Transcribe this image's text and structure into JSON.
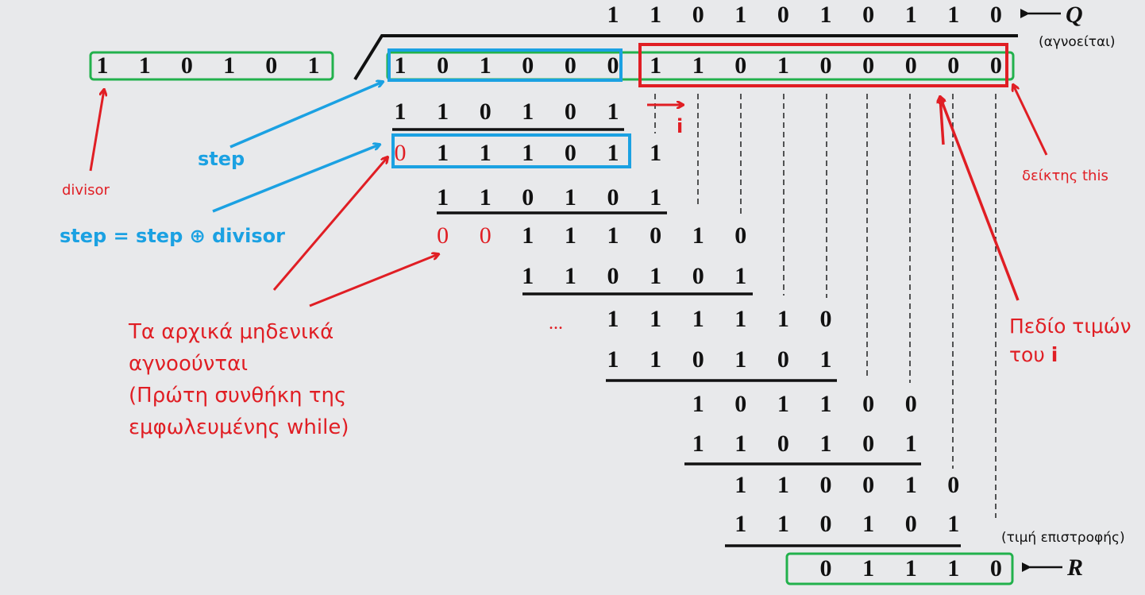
{
  "quotient": {
    "digits": [
      "1",
      "1",
      "0",
      "1",
      "0",
      "1",
      "0",
      "1",
      "1",
      "0"
    ],
    "label": "Q",
    "note": "(αγνοείται)"
  },
  "divisor_digits": [
    "1",
    "1",
    "0",
    "1",
    "0",
    "1"
  ],
  "dividend_digits": [
    "1",
    "0",
    "1",
    "0",
    "0",
    "0",
    "1",
    "1",
    "0",
    "1",
    "0",
    "0",
    "0",
    "0",
    "0"
  ],
  "rows": [
    {
      "id": "sub1",
      "digits": [
        "1",
        "1",
        "0",
        "1",
        "0",
        "1"
      ],
      "col": 0
    },
    {
      "id": "rem1",
      "digits": [
        "0",
        "1",
        "1",
        "1",
        "0",
        "1",
        "1"
      ],
      "col": 0,
      "red_prefix": 1
    },
    {
      "id": "sub2",
      "digits": [
        "1",
        "1",
        "0",
        "1",
        "0",
        "1"
      ],
      "col": 1
    },
    {
      "id": "rem2",
      "digits": [
        "0",
        "0",
        "1",
        "1",
        "1",
        "0",
        "1",
        "0"
      ],
      "col": 1,
      "red_prefix": 2
    },
    {
      "id": "sub3",
      "digits": [
        "1",
        "1",
        "0",
        "1",
        "0",
        "1"
      ],
      "col": 3
    },
    {
      "id": "rem3",
      "digits": [
        "1",
        "1",
        "1",
        "1",
        "1",
        "0"
      ],
      "col": 5
    },
    {
      "id": "sub4",
      "digits": [
        "1",
        "1",
        "0",
        "1",
        "0",
        "1"
      ],
      "col": 5
    },
    {
      "id": "rem4",
      "digits": [
        "1",
        "0",
        "1",
        "1",
        "0",
        "0"
      ],
      "col": 7
    },
    {
      "id": "sub5",
      "digits": [
        "1",
        "1",
        "0",
        "1",
        "0",
        "1"
      ],
      "col": 7
    },
    {
      "id": "rem5",
      "digits": [
        "1",
        "1",
        "0",
        "0",
        "1",
        "0"
      ],
      "col": 8
    },
    {
      "id": "sub6",
      "digits": [
        "1",
        "1",
        "0",
        "1",
        "0",
        "1"
      ],
      "col": 8
    },
    {
      "id": "remainder",
      "digits": [
        "0",
        "1",
        "1",
        "1",
        "0"
      ],
      "col": 10
    }
  ],
  "ellipsis": "...",
  "remainder_label": "R",
  "annotations": {
    "divisor": "divisor",
    "step": "step",
    "step_eq": "step = step ⊕ divisor",
    "i_label": "i",
    "this_pointer": "δείκτης this",
    "range_line1": "Πεδίο τιμών",
    "range_line2_prefix": "του ",
    "range_line2_var": "i",
    "leading_zeros": [
      "Τα αρχικά μηδενικά",
      "αγνοούνται",
      "(Πρώτη συνθήκη της",
      "εμφωλευμένης while)"
    ],
    "return_value": "(τιμή επιστροφής)"
  },
  "colors": {
    "background": "#e8e9eb",
    "digits": "#111111",
    "red": "#e01e24",
    "blue": "#1ba1e2",
    "green": "#22b14c"
  }
}
